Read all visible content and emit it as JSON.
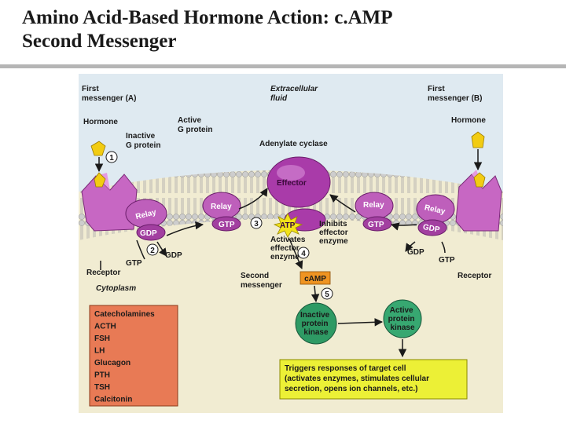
{
  "slide": {
    "title_line1": "Amino Acid-Based Hormone Action: c.AMP",
    "title_line2": "Second Messenger"
  },
  "colors": {
    "extracellular": "#dfeaf1",
    "cytoplasm": "#f1ecd2",
    "membrane_head": "#cccccc",
    "receptor": "#c767c3",
    "g_protein": "#be5fbb",
    "effector": "#a93ba9",
    "hormone": "#f2cc12",
    "camp": "#ef9422",
    "kinase_inactive": "#2e9a64",
    "kinase_active": "#37a871",
    "hormone_list_bg": "#e87a55",
    "response_box": "#ecf036"
  },
  "diagram": {
    "first_messenger_a_line1": "First",
    "first_messenger_a_line2": "messenger (A)",
    "extracellular_line1": "Extracellular",
    "extracellular_line2": "fluid",
    "first_messenger_b_line1": "First",
    "first_messenger_b_line2": "messenger (B)",
    "hormone_left": "Hormone",
    "hormone_right": "Hormone",
    "inactive_g_line1": "Inactive",
    "inactive_g_line2": "G protein",
    "active_g_line1": "Active",
    "active_g_line2": "G protein",
    "adenylate_cyclase": "Adenylate cyclase",
    "effector": "Effector",
    "relay": "Relay",
    "gdp": "GDP",
    "gtp": "GTP",
    "atp": "ATP",
    "activates_line1": "Activates",
    "activates_line2": "effector",
    "activates_line3": "enzyme",
    "inhibits_line1": "Inhibits",
    "inhibits_line2": "effector",
    "inhibits_line3": "enzyme",
    "receptor": "Receptor",
    "cytoplasm": "Cytoplasm",
    "second_messenger_line1": "Second",
    "second_messenger_line2": "messenger",
    "camp": "cAMP",
    "inactive_kinase_line1": "Inactive",
    "inactive_kinase_line2": "protein",
    "inactive_kinase_line3": "kinase",
    "active_kinase_line1": "Active",
    "active_kinase_line2": "protein",
    "active_kinase_line3": "kinase",
    "steps": [
      "1",
      "2",
      "3",
      "4",
      "5"
    ],
    "response_line1": "Triggers responses of target cell",
    "response_line2": "(activates enzymes, stimulates cellular",
    "response_line3": "secretion, opens ion channels, etc.)",
    "hormone_list": [
      "Catecholamines",
      "ACTH",
      "FSH",
      "LH",
      "Glucagon",
      "PTH",
      "TSH",
      "Calcitonin"
    ]
  }
}
